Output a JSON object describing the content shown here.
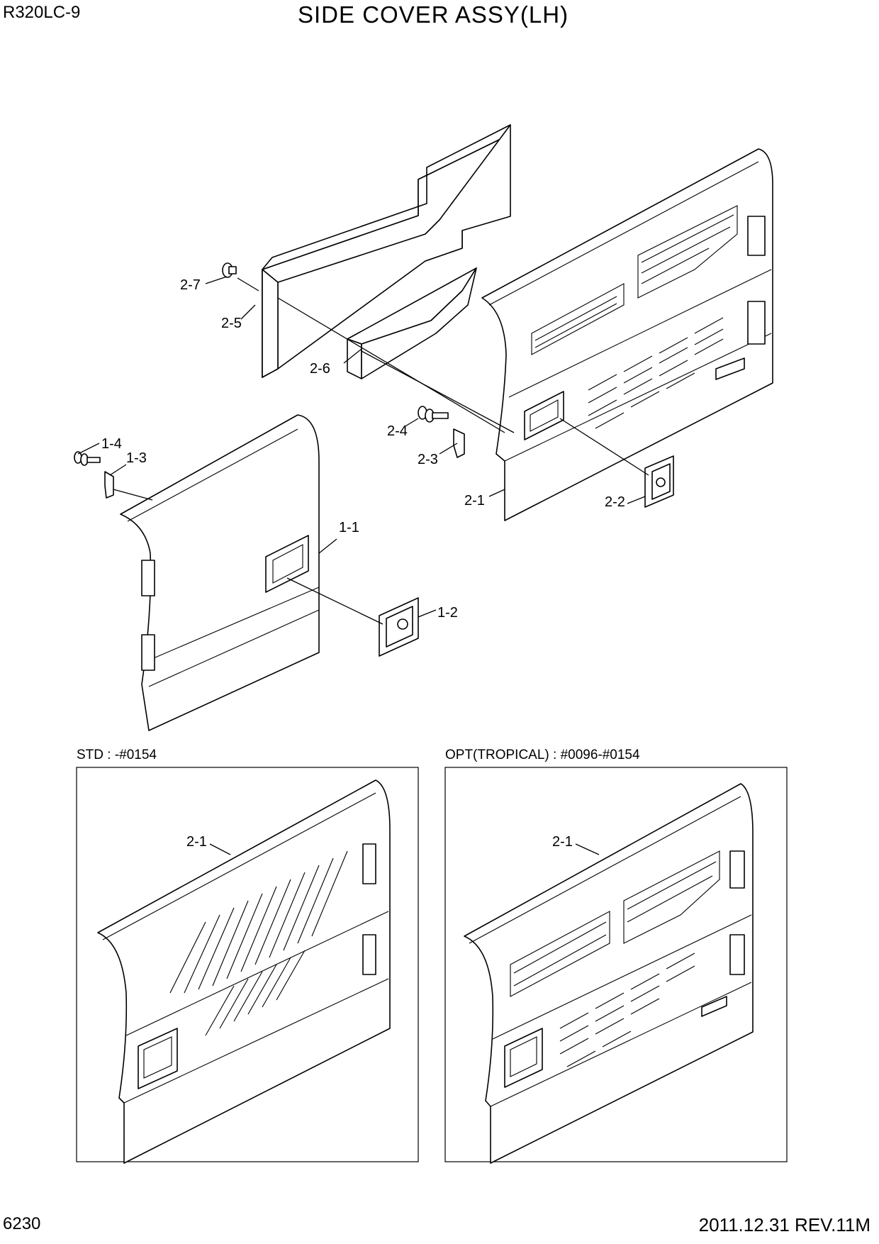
{
  "header": {
    "model": "R320LC-9",
    "title": "SIDE  COVER ASSY(LH)"
  },
  "footer": {
    "page_number": "6230",
    "revision": "2011.12.31  REV.11M"
  },
  "callouts": {
    "p2_7": "2-7",
    "p2_5": "2-5",
    "p2_6": "2-6",
    "p2_4": "2-4",
    "p2_3": "2-3",
    "p2_1": "2-1",
    "p2_2": "2-2",
    "p1_4": "1-4",
    "p1_3": "1-3",
    "p1_1": "1-1",
    "p1_2": "1-2"
  },
  "insets": {
    "std": {
      "caption": "STD : -#0154",
      "callout": "2-1"
    },
    "opt": {
      "caption": "OPT(TROPICAL) : #0096-#0154",
      "callout": "2-1"
    }
  }
}
